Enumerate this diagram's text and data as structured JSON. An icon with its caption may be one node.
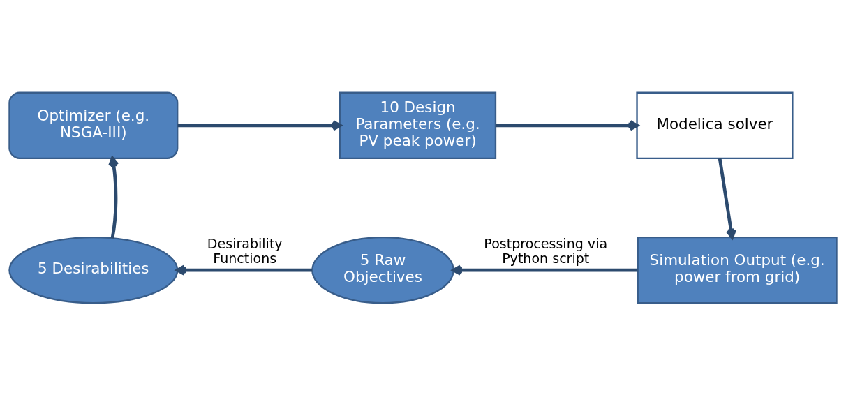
{
  "diagram": {
    "nodes": [
      {
        "text": [
          "Optimizer (e.g. NSGA-III)"
        ]
      },
      {
        "text": [
          "10 Design Parameters (e.g. PV peak power)"
        ]
      },
      {
        "text": [
          "Modelica solver"
        ]
      },
      {
        "text": [
          "Simulation Output (e.g. power from grid)"
        ]
      },
      {
        "text": [
          "5 Raw Objectives"
        ]
      },
      {
        "text": [
          "5 Desirabilities"
        ]
      }
    ],
    "edges": [
      {
        "from": 0,
        "to": 1,
        "arrow": "to"
      },
      {
        "from": 1,
        "to": 2,
        "arrow": "to"
      },
      {
        "from": 2,
        "to": 3,
        "arrow": "to"
      },
      {
        "from": 3,
        "to": 4,
        "arrow": "to",
        "label": "Postprocessing via Python script"
      },
      {
        "from": 4,
        "to": 5,
        "arrow": "to",
        "label": "Desirability Functions"
      },
      {
        "from": 5,
        "to": 0,
        "arrow": "to"
      }
    ]
  }
}
